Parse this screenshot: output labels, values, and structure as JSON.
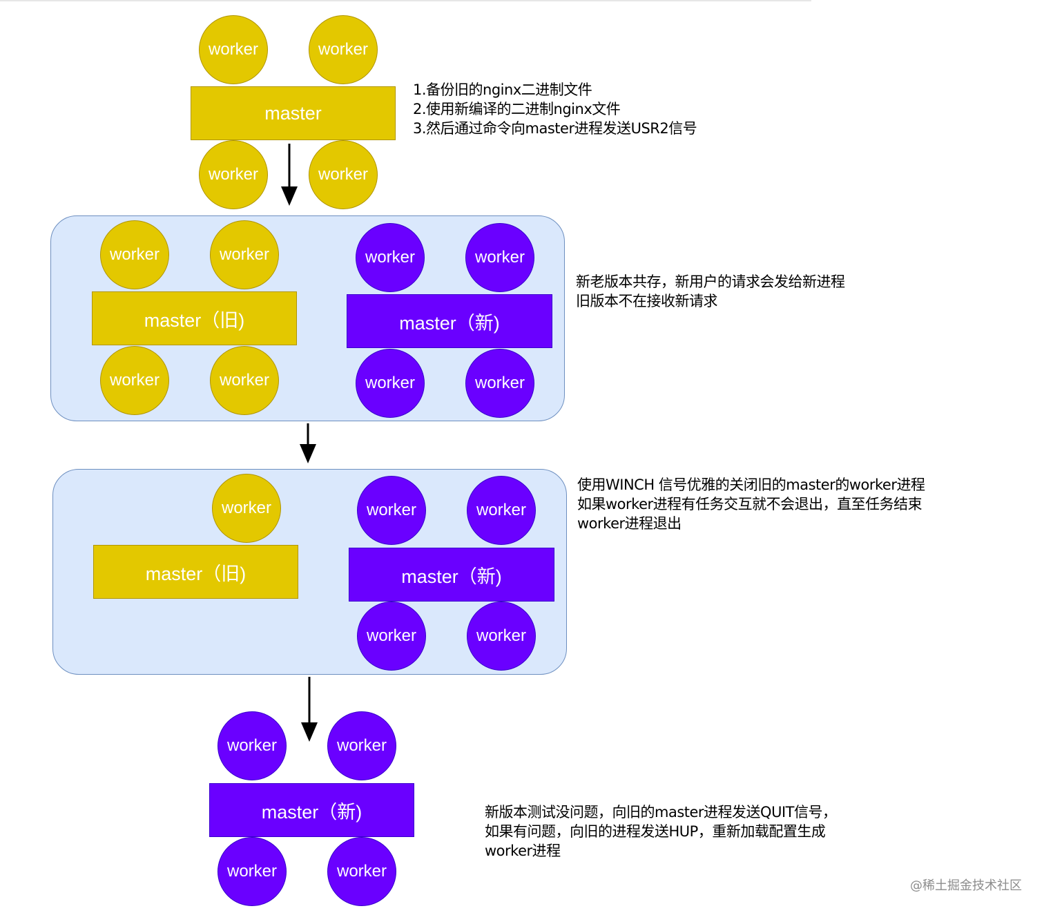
{
  "labels": {
    "worker": "worker",
    "master": "master",
    "master_old": "master（旧)",
    "master_new": "master（新)"
  },
  "notes": {
    "step1": [
      "1.备份旧的nginx二进制文件",
      "2.使用新编译的二进制nginx文件",
      "3.然后通过命令向master进程发送USR2信号"
    ],
    "step2": [
      "新老版本共存，新用户的请求会发给新进程",
      "旧版本不在接收新请求"
    ],
    "step3": [
      "使用WINCH 信号优雅的关闭旧的master的worker进程",
      "如果worker进程有任务交互就不会退出，直至任务结束",
      "worker进程退出"
    ],
    "step4": [
      "新版本测试没问题，向旧的master进程发送QUIT信号，",
      "如果有问题，向旧的进程发送HUP，重新加载配置生成",
      "worker进程"
    ]
  },
  "watermark": "@稀土掘金技术社区",
  "colors": {
    "old_fill": "#e3c800",
    "new_fill": "#6a00ff",
    "group_fill": "#dae8fc",
    "group_border": "#6c8ebf",
    "arrow": "#000000"
  }
}
